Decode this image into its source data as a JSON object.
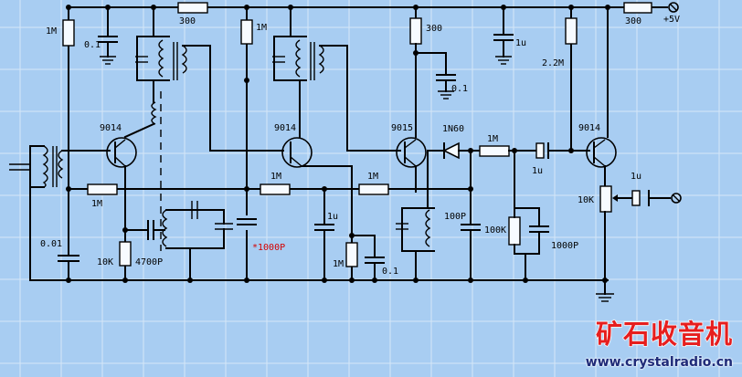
{
  "palette": {
    "background": "#a8cdf2",
    "grid": "#d6e6f8",
    "wire": "#000000",
    "accent_red": "#d40000",
    "brand_red": "#e61e1e",
    "brand_blue": "#1e2a78"
  },
  "labels": {
    "r1": "1M",
    "c1": "0.1",
    "r2": "300",
    "r3": "1M",
    "c2": "0.01",
    "r4": "10K",
    "c3": "4700P",
    "q1": "9014",
    "r5": "1M",
    "q2": "9014",
    "r6": "1M",
    "c4": "*1000P",
    "c5": "1u",
    "r7": "1M",
    "c6": "0.1",
    "q3": "9015",
    "r8": "300",
    "c7": "0.1",
    "diode": "1N60",
    "c8": "1u",
    "r9": "1M",
    "c9": "100P",
    "r10": "100K",
    "c10": "1000P",
    "c11": "1u",
    "r11": "2.2M",
    "q4": "9014",
    "r12": "300",
    "supply": "+5V",
    "pot": "10K",
    "c12": "1u"
  },
  "brand": {
    "title": "矿石收音机",
    "url": "www.crystalradio.cn"
  }
}
